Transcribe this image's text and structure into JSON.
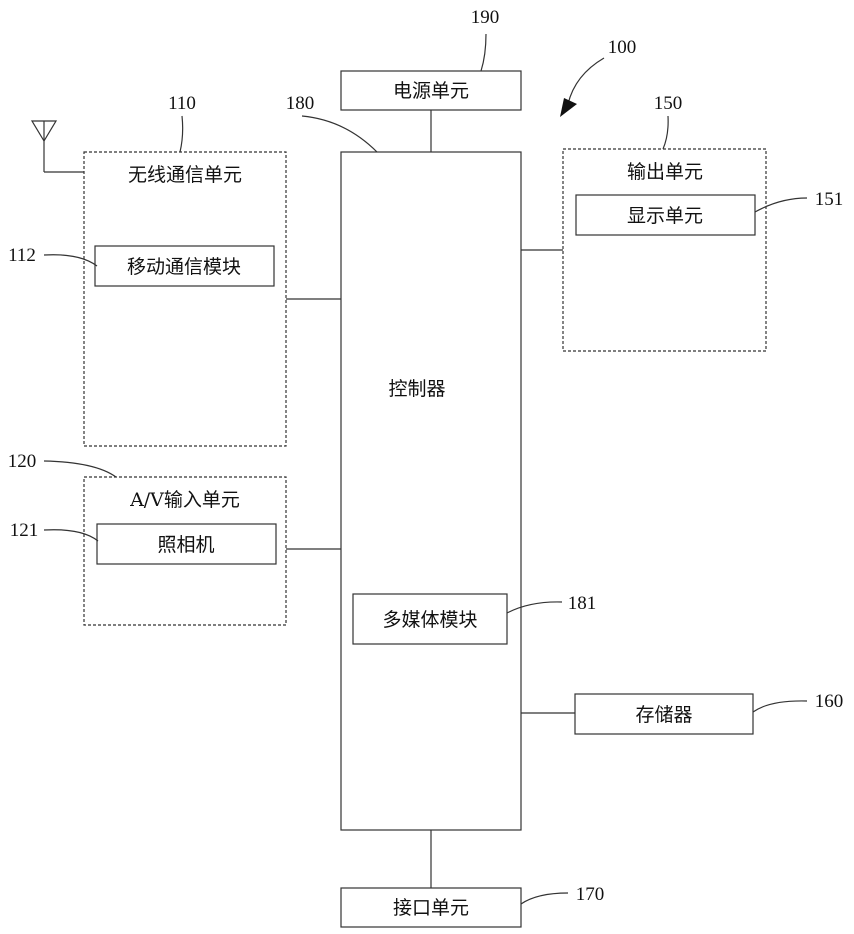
{
  "labels": {
    "power": "电源单元",
    "controller": "控制器",
    "multimedia": "多媒体模块",
    "wireless": "无线通信单元",
    "mobile_comm": "移动通信模块",
    "av_input": "A/V输入单元",
    "camera": "照相机",
    "output": "输出单元",
    "display": "显示单元",
    "storage": "存储器",
    "interface": "接口单元"
  },
  "refs": {
    "device": "100",
    "wireless": "110",
    "mobile_comm": "112",
    "av_input": "120",
    "camera": "121",
    "output": "150",
    "display": "151",
    "storage": "160",
    "interface": "170",
    "controller": "180",
    "multimedia": "181",
    "power": "190"
  }
}
